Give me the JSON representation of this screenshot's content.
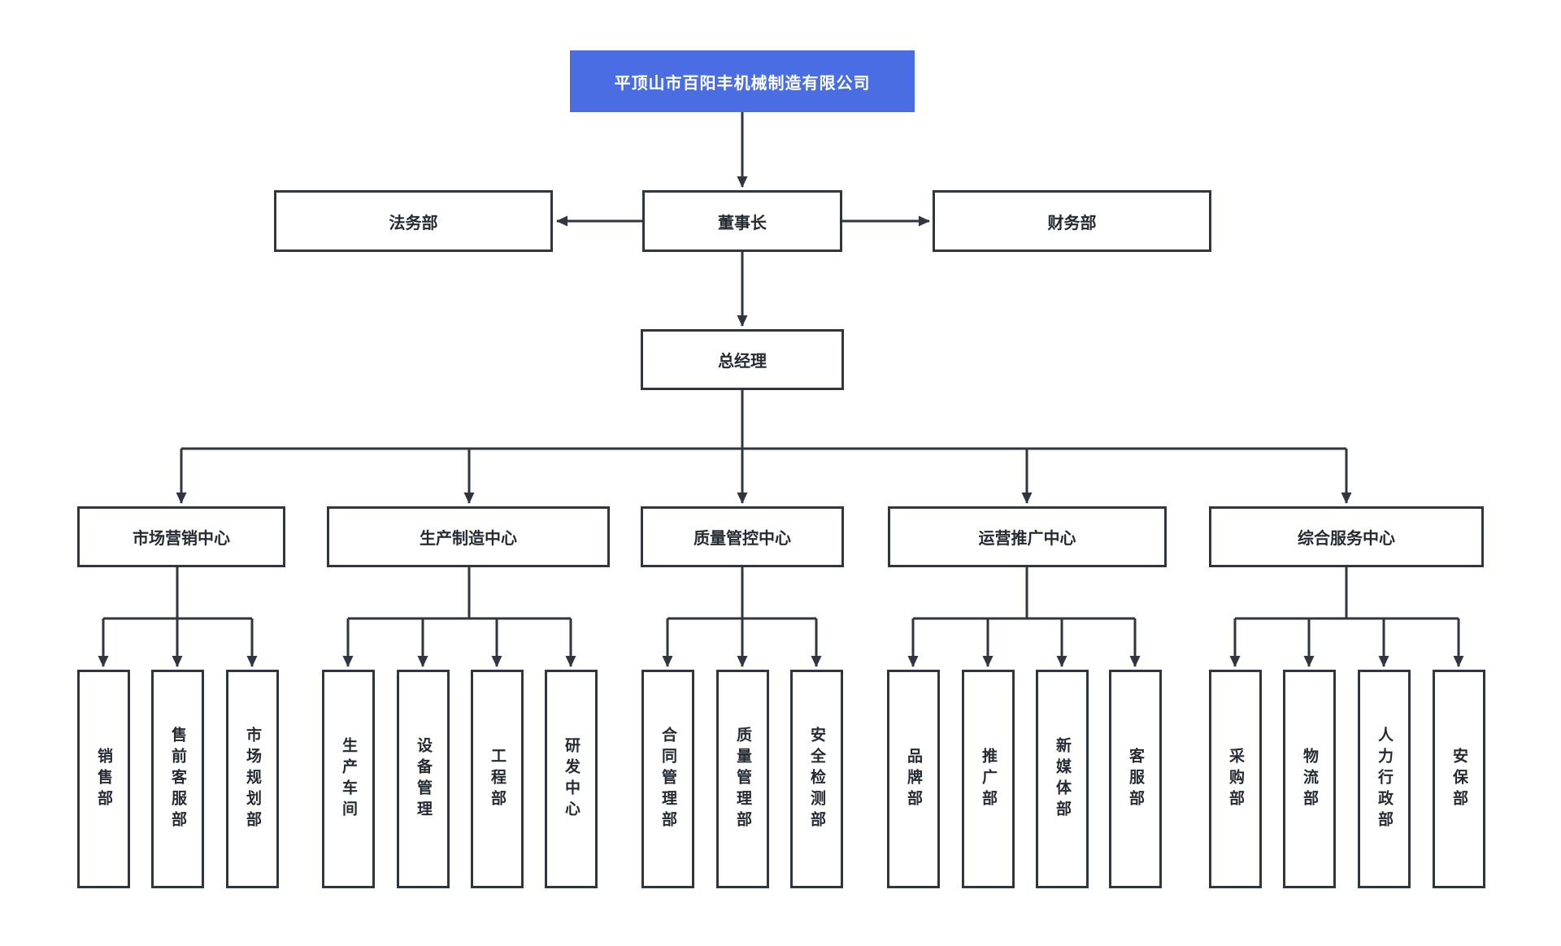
{
  "colors": {
    "accent": "#4a6de3",
    "line": "#2f3640",
    "text": "#252b33",
    "background": "#ffffff"
  },
  "org": {
    "company": {
      "label": "平顶山市百阳丰机械制造有限公司"
    },
    "board": {
      "chairman": "董事长",
      "legal": "法务部",
      "finance": "财务部",
      "general_manager": "总经理"
    },
    "centers": [
      {
        "label": "市场营销中心",
        "departments": [
          "销售部",
          "售前客服部",
          "市场规划部"
        ]
      },
      {
        "label": "生产制造中心",
        "departments": [
          "生产车间",
          "设备管理",
          "工程部",
          "研发中心"
        ]
      },
      {
        "label": "质量管控中心",
        "departments": [
          "合同管理部",
          "质量管理部",
          "安全检测部"
        ]
      },
      {
        "label": "运营推广中心",
        "departments": [
          "品牌部",
          "推广部",
          "新媒体部",
          "客服部"
        ]
      },
      {
        "label": "综合服务中心",
        "departments": [
          "采购部",
          "物流部",
          "人力行政部",
          "安保部"
        ]
      }
    ]
  }
}
